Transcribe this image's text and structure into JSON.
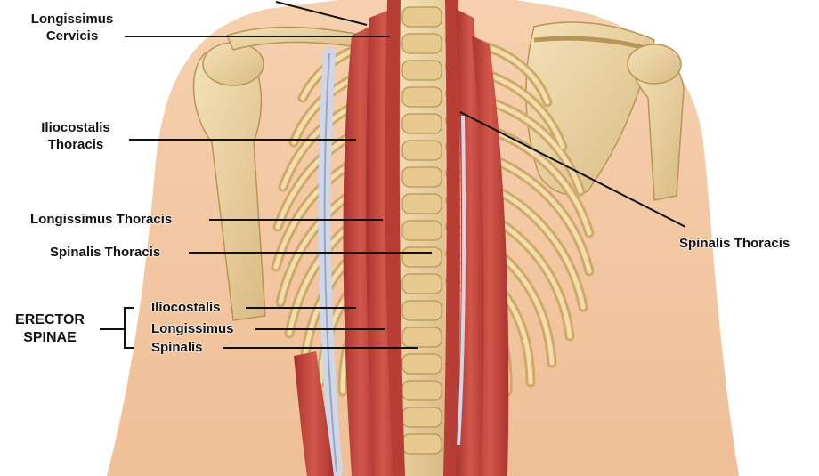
{
  "labels": {
    "longissimus_cervicis": [
      "Longissimus",
      "Cervicis"
    ],
    "iliocostalis_thoracis": [
      "Iliocostalis",
      "Thoracis"
    ],
    "longissimus_thoracis": "Longissimus Thoracis",
    "spinalis_thoracis_left": "Spinalis Thoracis",
    "spinalis_thoracis_right": "Spinalis Thoracis",
    "erector_spinae": [
      "ERECTOR",
      "SPINAE"
    ],
    "erector_parts": [
      "Iliocostalis",
      "Longissimus",
      "Spinalis"
    ]
  },
  "colors": {
    "skin": "#f3c7a2",
    "muscle": "#c9493f",
    "bone": "#edd5a3",
    "tendon": "#cfd6e6",
    "leader_line": "#111111"
  }
}
